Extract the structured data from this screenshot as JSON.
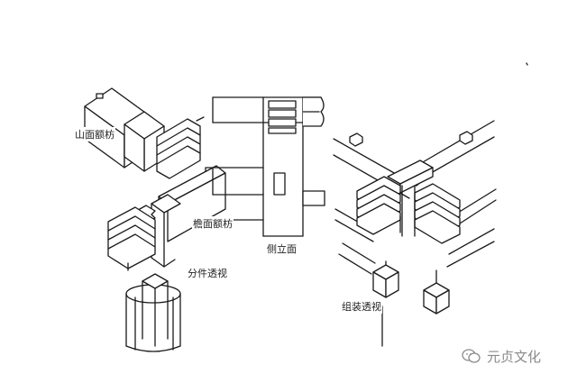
{
  "labels": {
    "gable_architrave": "山面额枋",
    "eave_architrave": "檐面额枋",
    "exploded_view": "分件透视",
    "side_elevation": "侧立面",
    "assembled_view": "组装透视"
  },
  "watermark": {
    "text": "元贞文化",
    "icon": "wechat-icon"
  },
  "colors": {
    "line": "#1a1a1a",
    "watermark": "#8a8a8a"
  }
}
